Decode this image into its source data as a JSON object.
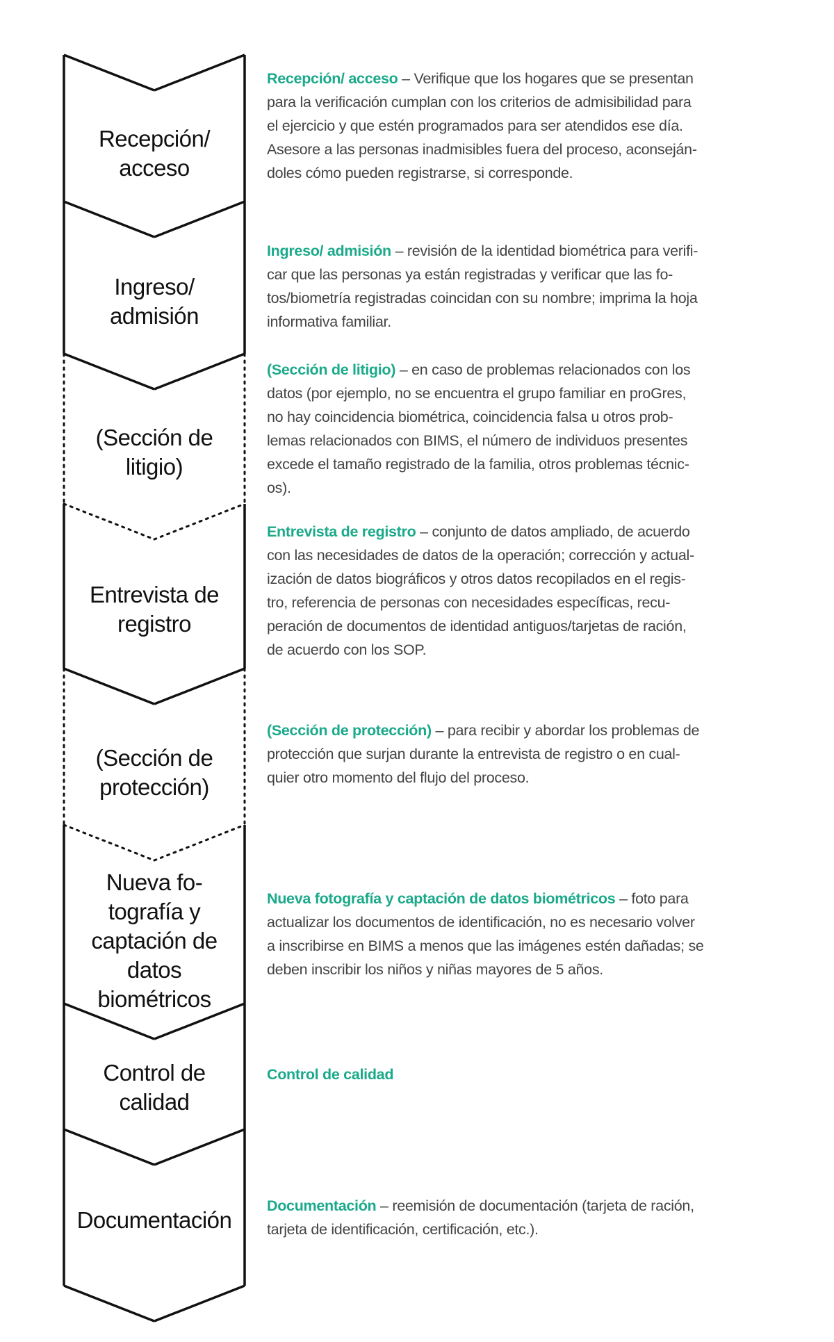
{
  "accent_color": "#1aa98a",
  "steps": [
    {
      "label": [
        "Recepción/",
        "acceso"
      ],
      "style": "solid",
      "heading": "Recepción/ acceso",
      "lines": [
        " – Verifique que los hogares que se presentan",
        "para la verificación cumplan con los criterios de admisibilidad para",
        "el ejercicio y que estén programados para ser atendidos ese día.",
        "Asesore a las personas inadmisibles fuera del proceso, aconseján-",
        "doles cómo pueden registrarse, si corresponde."
      ]
    },
    {
      "label": [
        "Ingreso/",
        "admisión"
      ],
      "style": "solid",
      "heading": "Ingreso/ admisión",
      "lines": [
        " – revisión de la identidad biométrica para verifi-",
        "car que las personas ya están registradas y verificar que las fo-",
        "tos/biometría registradas coincidan con su nombre; imprima la hoja",
        "informativa familiar."
      ]
    },
    {
      "label": [
        "(Sección de",
        "litigio)"
      ],
      "style": "dotted",
      "heading": "(Sección de litigio)",
      "lines": [
        " – en caso de problemas relacionados con los",
        "datos (por ejemplo, no se encuentra el grupo familiar en proGres,",
        "no hay coincidencia biométrica, coincidencia falsa u otros prob-",
        "lemas relacionados con BIMS, el número de individuos presentes",
        "excede el tamaño registrado de la familia, otros problemas técnic-",
        "os)."
      ]
    },
    {
      "label": [
        "Entrevista de",
        "registro"
      ],
      "style": "solid",
      "heading": "Entrevista de registro",
      "lines": [
        "  – conjunto de datos ampliado, de acuerdo",
        "con las necesidades de datos de la operación; corrección y actual-",
        "ización de datos biográficos y otros datos recopilados en el regis-",
        "tro, referencia de personas con necesidades específicas, recu-",
        "peración de documentos de identidad antiguos/tarjetas de ración,",
        "de acuerdo con los SOP."
      ]
    },
    {
      "label": [
        "(Sección de",
        "protección)"
      ],
      "style": "dotted",
      "heading": "(Sección de protección)",
      "lines": [
        " – para recibir y abordar los problemas de",
        "protección que surjan durante la entrevista de registro o en cual-",
        "quier otro momento del flujo del proceso."
      ]
    },
    {
      "label": [
        "Nueva fo-",
        "tografía y",
        "captación de",
        "datos",
        "biométricos"
      ],
      "style": "solid",
      "heading": "Nueva fotografía y captación de datos biométricos",
      "lines": [
        " – foto para",
        "actualizar los documentos de identificación, no es necesario volver",
        "a inscribirse en BIMS a menos que las imágenes estén dañadas; se",
        "deben inscribir los niños y niñas mayores de 5 años."
      ]
    },
    {
      "label": [
        "Control de",
        "calidad"
      ],
      "style": "solid",
      "heading": "Control de calidad",
      "lines": [
        ""
      ]
    },
    {
      "label": [
        "Documentación"
      ],
      "style": "solid",
      "heading": "Documentación",
      "lines": [
        " – reemisión de documentación (tarjeta de ración,",
        "tarjeta de identificación, certificación, etc.)."
      ]
    }
  ]
}
